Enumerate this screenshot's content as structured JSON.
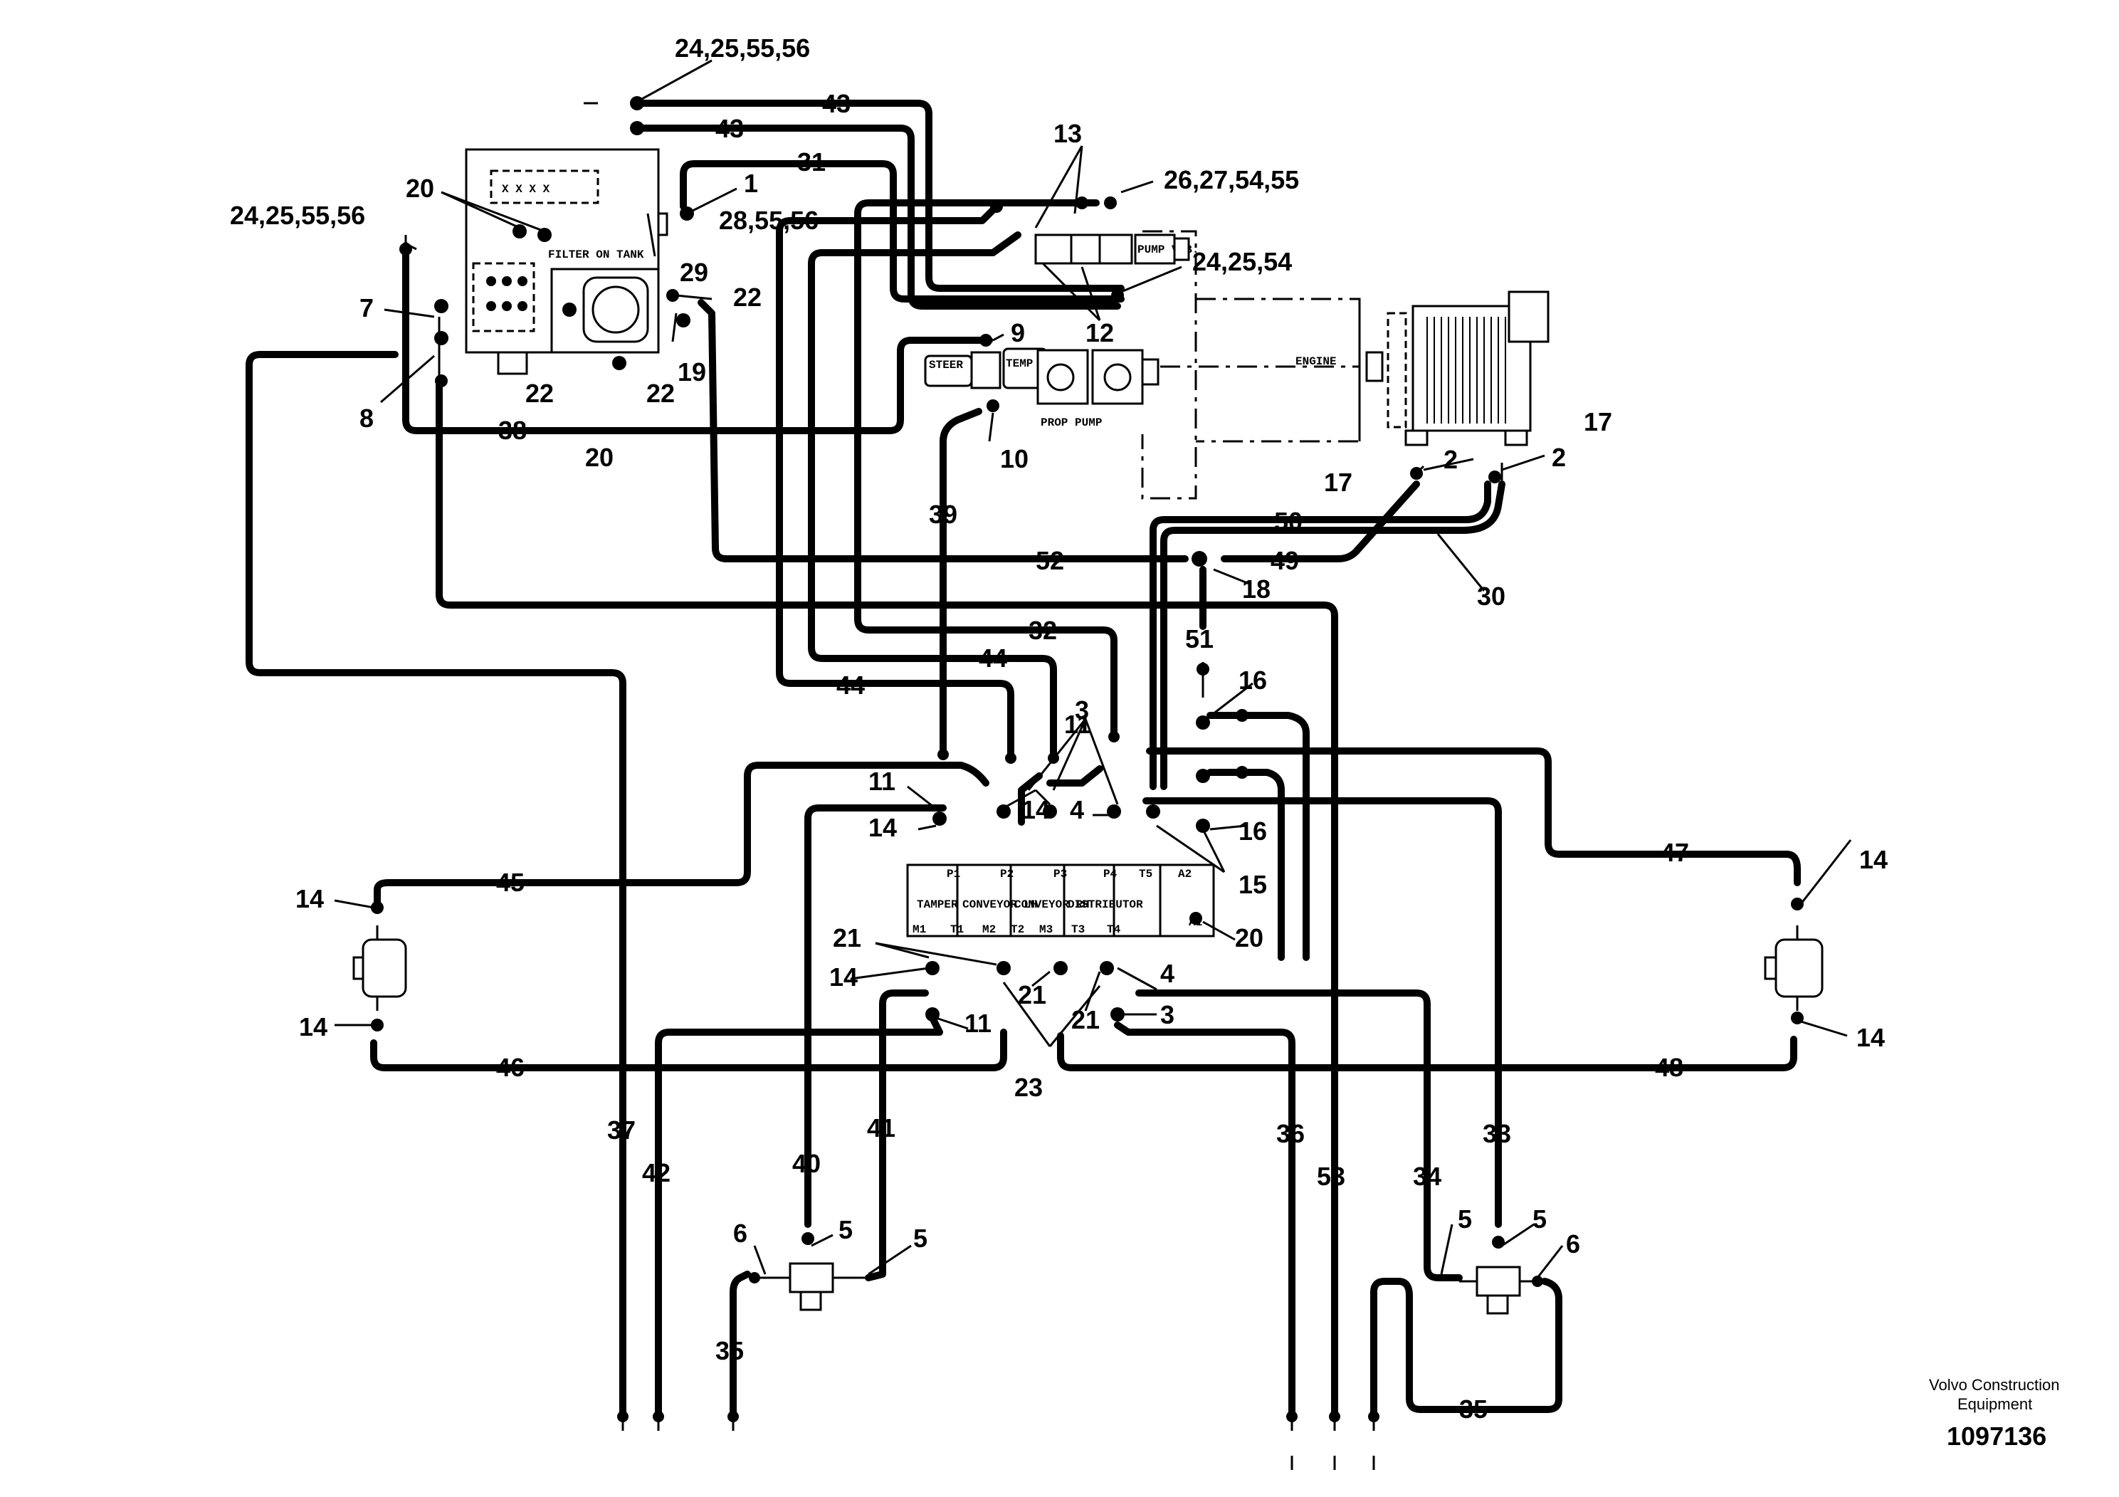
{
  "components": {
    "engine": "ENGINE",
    "filter_on_tank": "FILTER ON TANK",
    "prop_pump": "PROP PUMP",
    "steer_pump": "STEER PUMP",
    "temp_pump": "TEMP PUMP",
    "pump_vib": "PUMP VIB.",
    "valve_ports": [
      "P1",
      "P2",
      "P3",
      "P4",
      "T5",
      "A2",
      "A1",
      "T4",
      "T3",
      "M3",
      "T2",
      "M2",
      "T1",
      "M1"
    ],
    "valve_sections": [
      "TAMPER",
      "CONVEYOR LH",
      "CONVEYOR RH",
      "DISTRIBUTOR"
    ]
  },
  "callouts": {
    "c1": "24,25,55,56",
    "c2": "43",
    "c3": "43",
    "c4": "31",
    "c5": "13",
    "c6": "26,27,54,55",
    "c7": "1",
    "c8": "28,55,56",
    "c9": "24,25,55,56",
    "c10": "20",
    "c11": "29",
    "c12": "24,25,54",
    "c13": "12",
    "c14": "7",
    "c15": "22",
    "c16": "9",
    "c17": "8",
    "c18": "22",
    "c19": "19",
    "c20": "22",
    "c21": "38",
    "c22": "20",
    "c23": "10",
    "c24": "17",
    "c25": "2",
    "c26": "17",
    "c27": "2",
    "c28": "39",
    "c29": "50",
    "c30": "52",
    "c31": "49",
    "c32": "18",
    "c33": "30",
    "c34": "32",
    "c35": "51",
    "c36": "44",
    "c37": "44",
    "c38": "16",
    "c39": "11",
    "c40": "3",
    "c41": "11",
    "c42": "14",
    "c43": "14",
    "c44": "4",
    "c45": "16",
    "c46": "15",
    "c47": "47",
    "c48": "14",
    "c49": "45",
    "c50": "14",
    "c51": "20",
    "c52": "21",
    "c53": "14",
    "c54": "4",
    "c55": "21",
    "c56": "21",
    "c57": "3",
    "c58": "14",
    "c59": "11",
    "c60": "46",
    "c61": "23",
    "c62": "48",
    "c63": "14",
    "c64": "37",
    "c65": "42",
    "c66": "40",
    "c67": "41",
    "c68": "36",
    "c69": "53",
    "c70": "34",
    "c71": "33",
    "c72": "6",
    "c73": "5",
    "c74": "5",
    "c75": "5",
    "c76": "5",
    "c77": "6",
    "c78": "35",
    "c79": "35"
  },
  "footer": {
    "brand_line1": "Volvo Construction",
    "brand_line2": "Equipment",
    "part_number": "1097136"
  }
}
